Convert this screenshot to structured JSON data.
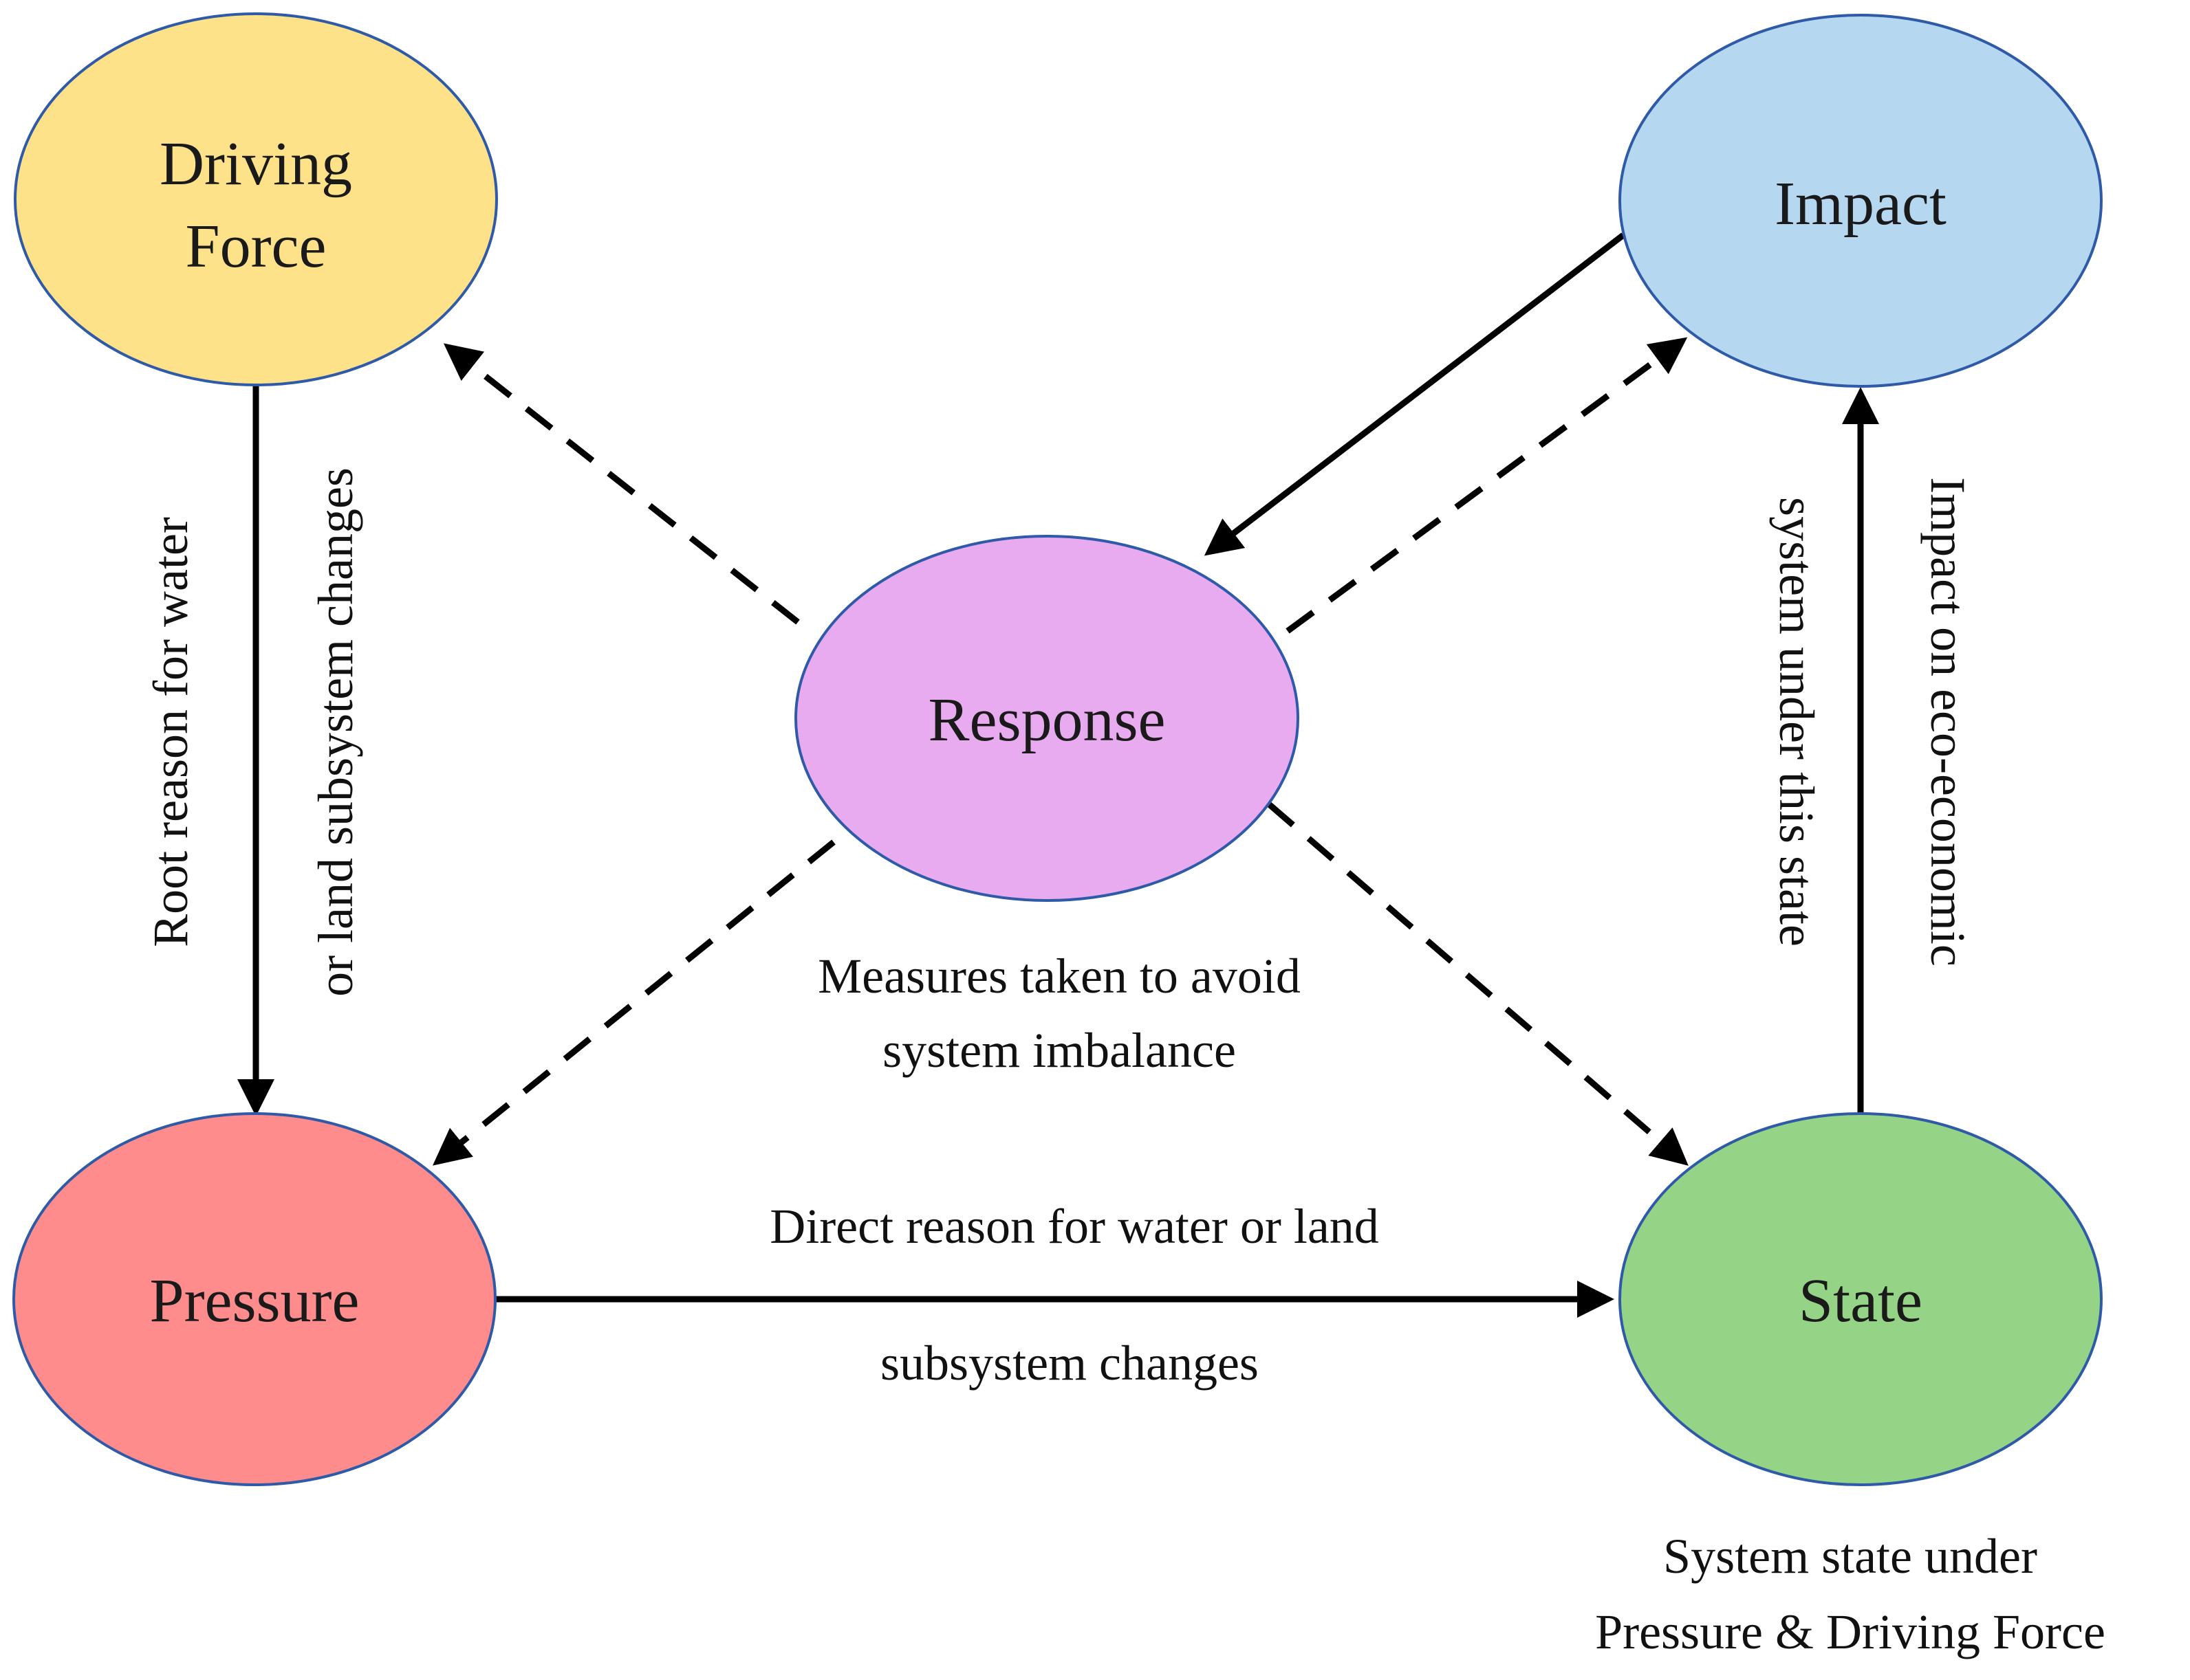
{
  "nodes": {
    "driving_force": {
      "line1": "Driving",
      "line2": "Force",
      "color": "#FDE28A"
    },
    "impact": {
      "label": "Impact",
      "color": "#B5D7F0"
    },
    "response": {
      "label": "Response",
      "color": "#E8ABF0"
    },
    "pressure": {
      "label": "Pressure",
      "color": "#FF8C8C"
    },
    "state": {
      "label": "State",
      "color": "#95D387"
    }
  },
  "edges": {
    "driving_to_pressure": {
      "line1": "Root reason for water",
      "line2": "or land subsystem changes"
    },
    "pressure_to_state": {
      "line1": "Direct reason for water or land",
      "line2": "subsystem changes"
    },
    "state_to_impact": {
      "line1": "Impact on eco-economic",
      "line2": "system under this state"
    },
    "response_note": {
      "line1": "Measures taken to avoid",
      "line2": "system imbalance"
    },
    "state_note": {
      "line1": "System state under",
      "line2": "Pressure & Driving Force"
    }
  }
}
